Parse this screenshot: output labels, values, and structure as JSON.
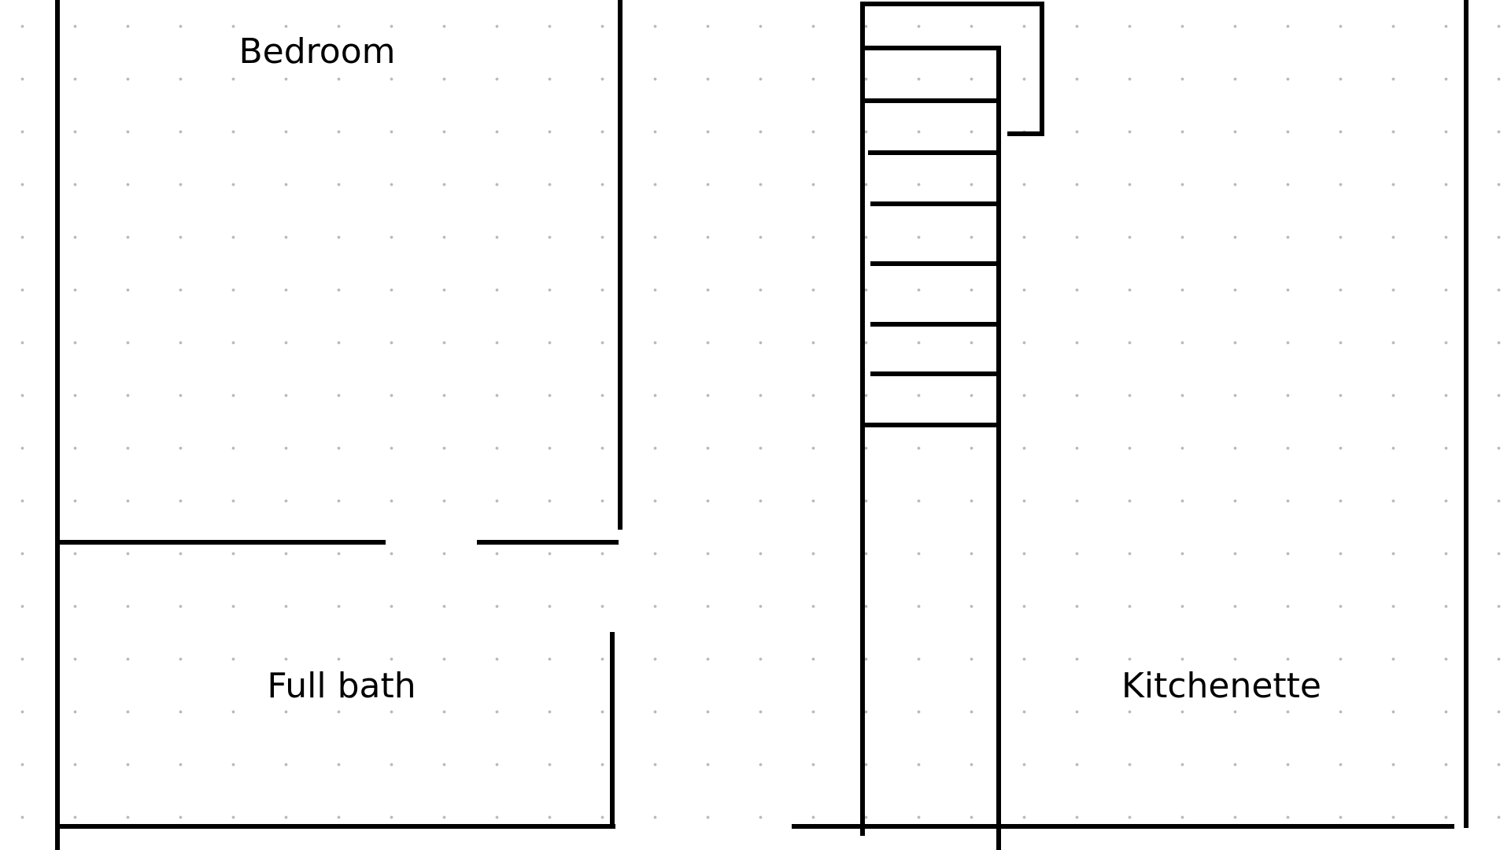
{
  "rooms": {
    "bedroom": {
      "label": "Bedroom"
    },
    "full_bath": {
      "label": "Full bath"
    },
    "kitchenette": {
      "label": "Kitchenette"
    }
  },
  "colors": {
    "wall": "#000000",
    "grid_dot": "#b9b9b9",
    "background": "#ffffff"
  }
}
